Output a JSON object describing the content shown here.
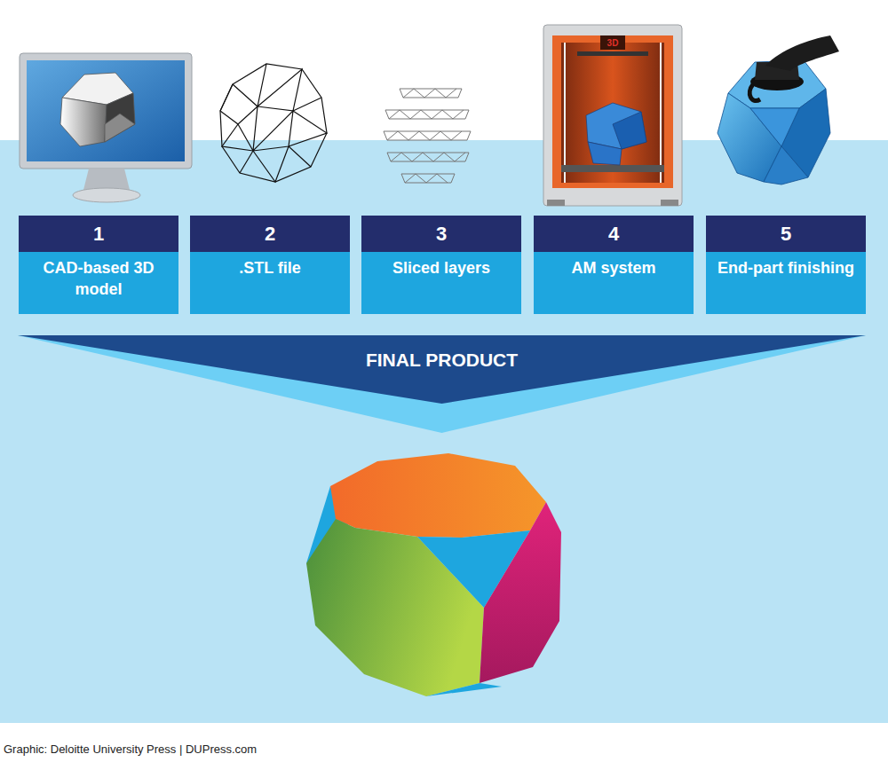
{
  "diagram": {
    "caption": "Graphic: Deloitte University Press | DUPress.com",
    "nodes": [
      {
        "text": [
          "1",
          "CAD-based 3D model"
        ]
      },
      {
        "text": [
          "2",
          ".STL file"
        ]
      },
      {
        "text": [
          "3",
          "Sliced layers"
        ]
      },
      {
        "text": [
          "4",
          "AM system"
        ]
      },
      {
        "text": [
          "5",
          "End-part finishing"
        ]
      },
      {
        "text": [
          "FINAL PRODUCT"
        ]
      }
    ],
    "labels": [
      "3D"
    ]
  }
}
